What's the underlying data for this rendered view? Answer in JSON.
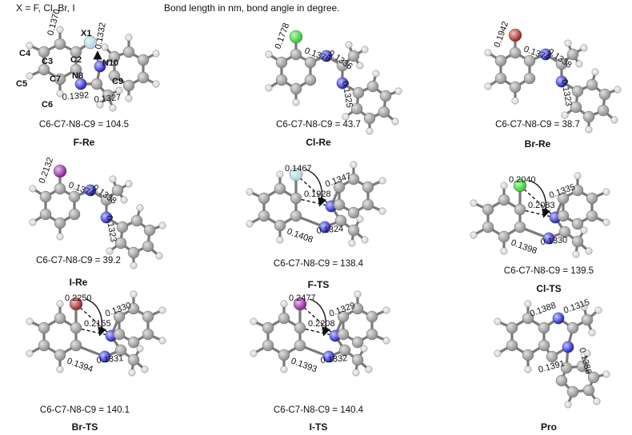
{
  "header": {
    "x_def": "X = F, Cl, Br, I",
    "units_note": "Bond length in nm, bond angle in degree."
  },
  "colors": {
    "carbon": "#8c8c8c",
    "hydrogen": "#d4d4d4",
    "nitrogen": "#1c1ccf",
    "fluorine": "#a8d4de",
    "chlorine": "#22cc22",
    "bromine": "#9e1c1c",
    "iodine": "#8a1a96"
  },
  "panels": [
    {
      "id": "F-Re",
      "label": "F-Re",
      "dihedral": "C6-C7-N8-C9 = 104.5",
      "halogen": "fluorine",
      "kind": "re",
      "bond_lengths": [
        "0.1370",
        "0.1332",
        "0.1392",
        "0.1327"
      ],
      "atom_labels": [
        "X1",
        "C2",
        "C3",
        "C4",
        "C5",
        "C6",
        "C7",
        "N8",
        "C9",
        "N10"
      ]
    },
    {
      "id": "Cl-Re",
      "label": "Cl-Re",
      "dihedral": "C6-C7-N8-C9 = 43.7",
      "halogen": "chlorine",
      "kind": "re",
      "bond_lengths": [
        "0.1778",
        "0.1376",
        "0.1336",
        "0.1325"
      ]
    },
    {
      "id": "Br-Re",
      "label": "Br-Re",
      "dihedral": "C6-C7-N8-C9 = 38.7",
      "halogen": "bromine",
      "kind": "re",
      "bond_lengths": [
        "0.1942",
        "0.1374",
        "0.1338",
        "0.1323"
      ]
    },
    {
      "id": "I-Re",
      "label": "I-Re",
      "dihedral": "C6-C7-N8-C9 = 39.2",
      "halogen": "iodine",
      "kind": "re",
      "bond_lengths": [
        "0.2132",
        "0.1374",
        "0.1338",
        "0.1323"
      ]
    },
    {
      "id": "F-TS",
      "label": "F-TS",
      "dihedral": "C6-C7-N8-C9 = 138.4",
      "halogen": "fluorine",
      "kind": "ts",
      "bond_lengths": [
        "0.1467",
        "0.1347",
        "0.1928",
        "0.1408",
        "0.1324"
      ]
    },
    {
      "id": "Cl-TS",
      "label": "Cl-TS",
      "dihedral": "C6-C7-N8-C9 = 139.5",
      "halogen": "chlorine",
      "kind": "ts",
      "bond_lengths": [
        "0.2040",
        "0.1335",
        "0.2083",
        "0.1398",
        "0.1330"
      ]
    },
    {
      "id": "Br-TS",
      "label": "Br-TS",
      "dihedral": "C6-C7-N8-C9 = 140.1",
      "halogen": "bromine",
      "kind": "ts",
      "bond_lengths": [
        "0.2250",
        "0.1330",
        "0.2155",
        "0.1394",
        "0.1331"
      ]
    },
    {
      "id": "I-TS",
      "label": "I-TS",
      "dihedral": "C6-C7-N8-C9 = 140.4",
      "halogen": "iodine",
      "kind": "ts",
      "bond_lengths": [
        "0.2477",
        "0.1329",
        "0.2208",
        "0.1393",
        "0.1332"
      ]
    },
    {
      "id": "Pro",
      "label": "Pro",
      "dihedral": "",
      "halogen": "",
      "kind": "pro",
      "bond_lengths": [
        "0.1388",
        "0.1315",
        "0.1386",
        "0.1391"
      ]
    }
  ]
}
